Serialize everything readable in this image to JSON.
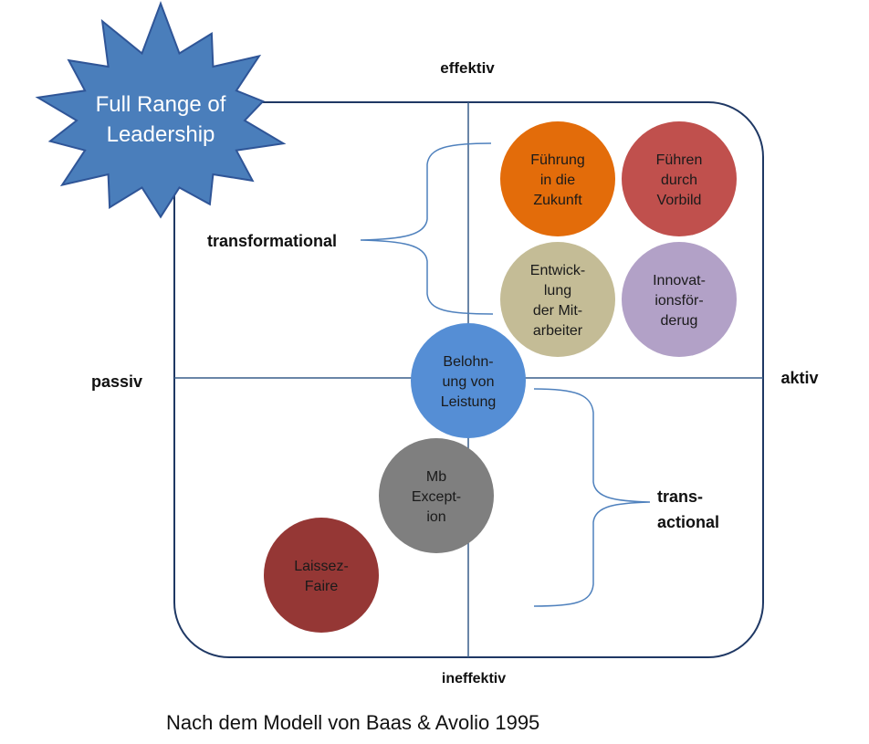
{
  "axes": {
    "top": "effektiv",
    "bottom": "ineffektiv",
    "left": "passiv",
    "right": "aktiv"
  },
  "groups": {
    "transformational": "transformational",
    "transactional": [
      "trans-",
      "actional"
    ]
  },
  "star": {
    "lines": [
      "Full Range of",
      "Leadership"
    ],
    "color": "#4a7ebb"
  },
  "circles": [
    {
      "id": "fuehrung-zukunft",
      "lines": [
        "Führung",
        "in die",
        "Zukunft"
      ],
      "color": "#e36c0a"
    },
    {
      "id": "fuehren-vorbild",
      "lines": [
        "Führen",
        "durch",
        "Vorbild"
      ],
      "color": "#c0504d"
    },
    {
      "id": "entwicklung-mitarbeiter",
      "lines": [
        "Entwick-",
        "lung",
        "der Mit-",
        "arbeiter"
      ],
      "color": "#c4bc96"
    },
    {
      "id": "innovationsfoerderung",
      "lines": [
        "Innovat-",
        "ionsför-",
        "derug"
      ],
      "color": "#b2a1c7"
    },
    {
      "id": "belohnung-leistung",
      "lines": [
        "Belohn-",
        "ung von",
        "Leistung"
      ],
      "color": "#558ed5"
    },
    {
      "id": "mb-exception",
      "lines": [
        "Mb",
        "Except-",
        "ion"
      ],
      "color": "#7f7f7f"
    },
    {
      "id": "laissez-faire",
      "lines": [
        "Laissez-",
        "Faire"
      ],
      "color": "#953735"
    }
  ],
  "caption": "Nach dem Modell von Baas & Avolio 1995",
  "colors": {
    "frame": "#1f3864",
    "axis": "#385d8a",
    "bracket": "#4f81bd"
  }
}
